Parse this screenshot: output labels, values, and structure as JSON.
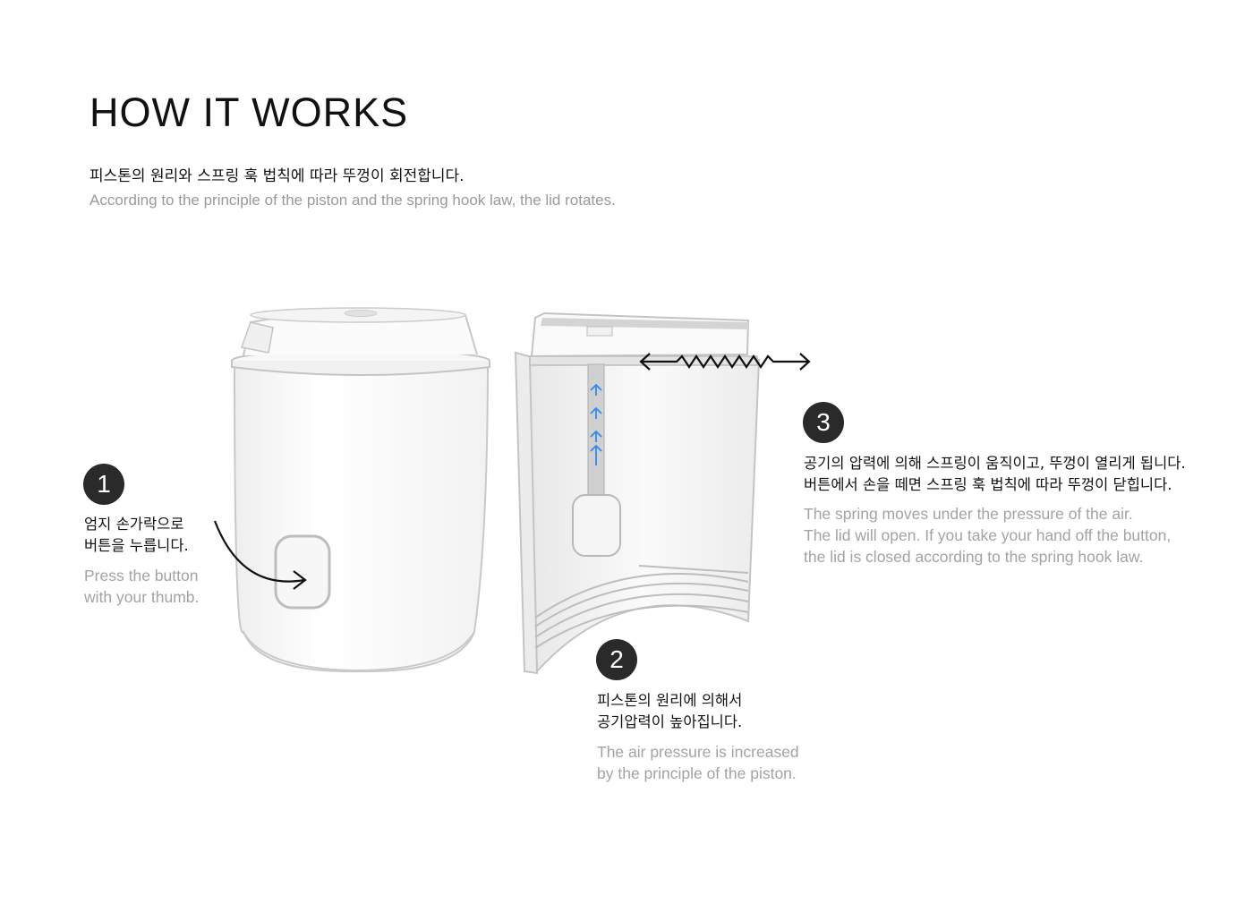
{
  "title": "HOW IT WORKS",
  "subtitle": {
    "ko": "피스톤의 원리와 스프링 훅 법칙에 따라 뚜껑이 회전합니다.",
    "en": "According to the principle of the piston and the spring hook law, the lid rotates."
  },
  "steps": [
    {
      "number": "1",
      "ko": [
        "엄지 손가락으로",
        "버튼을 누릅니다."
      ],
      "en": [
        "Press the button",
        "with your thumb."
      ]
    },
    {
      "number": "2",
      "ko": [
        "피스톤의 원리에 의해서",
        "공기압력이 높아집니다."
      ],
      "en": [
        "The air pressure is increased",
        "by the principle of the piston."
      ]
    },
    {
      "number": "3",
      "ko": [
        "공기의 압력에 의해 스프링이 움직이고, 뚜껑이 열리게 됩니다.",
        "버튼에서 손을 떼면 스프링 훅 법칙에 따라 뚜껑이 닫힙니다."
      ],
      "en": [
        "The spring moves under the pressure of the air.",
        "The lid will open. If you take your hand off the button,",
        "the lid is closed according to the spring hook law."
      ]
    }
  ],
  "colors": {
    "badge": "#2a2a2a",
    "arrow_blue": "#2f8cf0",
    "outline": "#bdbdbd"
  },
  "icons": [
    "curved-arrow-icon",
    "up-arrow-icon",
    "spring-arrow-icon"
  ]
}
